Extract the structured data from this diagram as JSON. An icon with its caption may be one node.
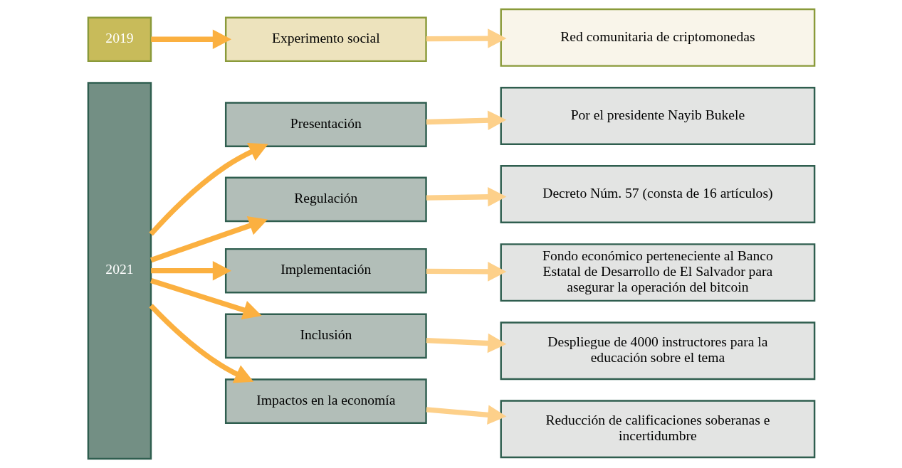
{
  "diagram": {
    "nodes": [
      {
        "text": [
          "2019"
        ]
      },
      {
        "text": [
          "Experimento social"
        ]
      },
      {
        "text": [
          "Red comunitaria de criptomonedas"
        ]
      },
      {
        "text": [
          "2021"
        ]
      },
      {
        "text": [
          "Presentación"
        ]
      },
      {
        "text": [
          "Por el presidente Nayib Bukele"
        ]
      },
      {
        "text": [
          "Regulación"
        ]
      },
      {
        "text": [
          "Decreto Núm. 57 (consta de 16 artículos)"
        ]
      },
      {
        "text": [
          "Implementación"
        ]
      },
      {
        "text": [
          "Fondo económico perteneciente al Banco Estatal de Desarrollo de El Salvador para asegurar la operación del bitcoin"
        ]
      },
      {
        "text": [
          "Inclusión"
        ]
      },
      {
        "text": [
          "Despliegue de 4000 instructores para la educación sobre el tema"
        ]
      },
      {
        "text": [
          "Impactos en la economía"
        ]
      },
      {
        "text": [
          "Reducción de calificaciones soberanas e incertidumbre"
        ]
      }
    ],
    "edges": [
      {
        "from": 0,
        "to": 1,
        "arrow": "to",
        "color": "#fbb040"
      },
      {
        "from": 1,
        "to": 2,
        "arrow": "to",
        "color": "#fdd08a"
      },
      {
        "from": 3,
        "to": 4,
        "arrow": "to",
        "color": "#fbb040"
      },
      {
        "from": 4,
        "to": 5,
        "arrow": "to",
        "color": "#fdd08a"
      },
      {
        "from": 3,
        "to": 6,
        "arrow": "to",
        "color": "#fbb040"
      },
      {
        "from": 6,
        "to": 7,
        "arrow": "to",
        "color": "#fdd08a"
      },
      {
        "from": 3,
        "to": 8,
        "arrow": "to",
        "color": "#fbb040"
      },
      {
        "from": 8,
        "to": 9,
        "arrow": "to",
        "color": "#fdd08a"
      },
      {
        "from": 3,
        "to": 10,
        "arrow": "to",
        "color": "#fbb040"
      },
      {
        "from": 10,
        "to": 11,
        "arrow": "to",
        "color": "#fdd08a"
      },
      {
        "from": 3,
        "to": 12,
        "arrow": "to",
        "color": "#fbb040"
      },
      {
        "from": 12,
        "to": 13,
        "arrow": "to",
        "color": "#fdd08a"
      }
    ]
  }
}
